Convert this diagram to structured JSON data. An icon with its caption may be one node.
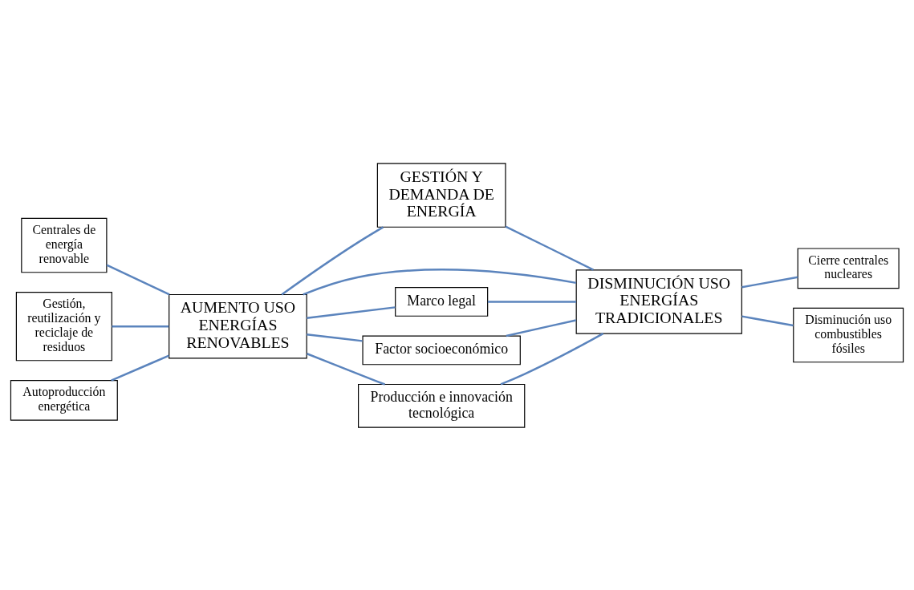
{
  "diagram": {
    "nodes": [
      {
        "text": [
          "GESTIÓN Y DEMANDA DE ENERGÍA"
        ]
      },
      {
        "text": [
          "Centrales de energía renovable"
        ]
      },
      {
        "text": [
          "Gestión, reutilización y reciclaje de residuos"
        ]
      },
      {
        "text": [
          "Autoproducción energética"
        ]
      },
      {
        "text": [
          "AUMENTO USO ENERGÍAS RENOVABLES"
        ]
      },
      {
        "text": [
          "DISMINUCIÓN USO ENERGÍAS TRADICIONALES"
        ]
      },
      {
        "text": [
          "Cierre centrales nucleares"
        ]
      },
      {
        "text": [
          "Disminución uso combustibles fósiles"
        ]
      },
      {
        "text": [
          "Marco legal"
        ]
      },
      {
        "text": [
          "Factor socioeconómico"
        ]
      },
      {
        "text": [
          "Producción e innovación tecnológica"
        ]
      }
    ],
    "edges": [
      {
        "from": 0,
        "to": 4,
        "arrow": "none"
      },
      {
        "from": 0,
        "to": 5,
        "arrow": "none"
      },
      {
        "from": 4,
        "to": 5,
        "arrow": "none"
      },
      {
        "from": 1,
        "to": 4,
        "arrow": "none"
      },
      {
        "from": 2,
        "to": 4,
        "arrow": "none"
      },
      {
        "from": 3,
        "to": 4,
        "arrow": "none"
      },
      {
        "from": 5,
        "to": 6,
        "arrow": "none"
      },
      {
        "from": 5,
        "to": 7,
        "arrow": "none"
      },
      {
        "from": 4,
        "to": 8,
        "arrow": "none"
      },
      {
        "from": 4,
        "to": 9,
        "arrow": "none"
      },
      {
        "from": 4,
        "to": 10,
        "arrow": "none"
      },
      {
        "from": 8,
        "to": 5,
        "arrow": "none"
      },
      {
        "from": 9,
        "to": 5,
        "arrow": "none"
      },
      {
        "from": 10,
        "to": 5,
        "arrow": "none"
      }
    ]
  }
}
